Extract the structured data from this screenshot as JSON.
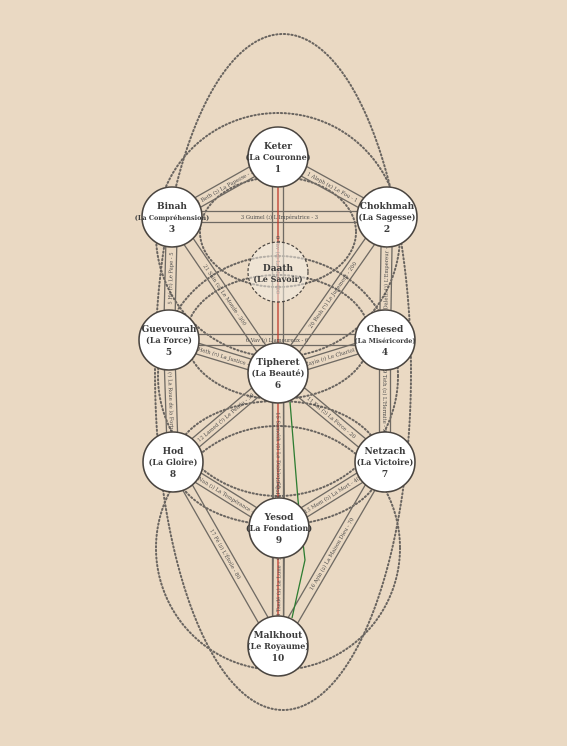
{
  "colors": {
    "background": "#ead9c3",
    "line": "#6f6a63",
    "dotted": "#6a6560",
    "node_fill": "#ffffff",
    "node_stroke": "#4a4540",
    "red_path": "#c0392b",
    "green_path": "#2e7d32"
  },
  "sephirot": [
    {
      "id": "keter",
      "name": "Keter",
      "subtitle": "(La Couronne)",
      "number": "1"
    },
    {
      "id": "chokhmah",
      "name": "Chokhmah",
      "subtitle": "(La Sagesse)",
      "number": "2"
    },
    {
      "id": "binah",
      "name": "Binah",
      "subtitle": "(La Compréhension)",
      "number": "3"
    },
    {
      "id": "chesed",
      "name": "Chesed",
      "subtitle": "(La Miséricorde)",
      "number": "4"
    },
    {
      "id": "guevourah",
      "name": "Guevourah",
      "subtitle": "(La Force)",
      "number": "5"
    },
    {
      "id": "tipheret",
      "name": "Tipheret",
      "subtitle": "(La Beauté)",
      "number": "6"
    },
    {
      "id": "netzach",
      "name": "Netzach",
      "subtitle": "(La Victoire)",
      "number": "7"
    },
    {
      "id": "hod",
      "name": "Hod",
      "subtitle": "(La Gloire)",
      "number": "8"
    },
    {
      "id": "yesod",
      "name": "Yesod",
      "subtitle": "(La Fondation)",
      "number": "9"
    },
    {
      "id": "malkhout",
      "name": "Malkhout",
      "subtitle": "(Le Royaume)",
      "number": "10"
    }
  ],
  "daath": {
    "name": "Daath",
    "subtitle": "(Le Savoir)"
  },
  "paths": [
    {
      "from": "keter",
      "to": "chokhmah",
      "label": "1 Aleph (א) Le Fou - 1"
    },
    {
      "from": "keter",
      "to": "binah",
      "label": "2 Beth (ב) La Papesse - 2"
    },
    {
      "from": "binah",
      "to": "chokhmah",
      "label": "3 Guimel (ג) L'Impératrice - 3"
    },
    {
      "from": "chokhmah",
      "to": "chesed",
      "label": "4 Daleth (ד) L'Empereur - 4"
    },
    {
      "from": "binah",
      "to": "guevourah",
      "label": "5 Hé (ה) Le Pape - 5"
    },
    {
      "from": "guevourah",
      "to": "chesed",
      "label": "6 Vav (ו) L'amoureux - 6"
    },
    {
      "from": "chesed",
      "to": "tipheret",
      "label": "7 Zayin (ז) Le Chariot - 7"
    },
    {
      "from": "guevourah",
      "to": "tipheret",
      "label": "8 Heth (ח) La Justice - 8"
    },
    {
      "from": "chesed",
      "to": "netzach",
      "label": "9 Teth (ט) L'Hermite - 9"
    },
    {
      "from": "guevourah",
      "to": "hod",
      "label": "10 Yod (י) La Roue de la Fortune - 10"
    },
    {
      "from": "tipheret",
      "to": "netzach",
      "label": "11 Kaf (כ) La Force - 20"
    },
    {
      "from": "hod",
      "to": "tipheret",
      "label": "12 Lamed (ל) Le Pendu - 30"
    },
    {
      "from": "netzach",
      "to": "yesod",
      "label": "13 Mem (מ) La Mort - 40"
    },
    {
      "from": "hod",
      "to": "yesod",
      "label": "14 Nun (נ) La Tempérance - 50"
    },
    {
      "from": "tipheret",
      "to": "yesod",
      "label": "15 Samekh (ס) Le Diable - 60"
    },
    {
      "from": "netzach",
      "to": "malkhout",
      "label": "16 Ayin (ע) La Maison Dieu - 70"
    },
    {
      "from": "hod",
      "to": "malkhout",
      "label": "17 Pé (פ) L'Étoile - 80"
    },
    {
      "from": "yesod",
      "to": "malkhout",
      "label": "18 Tsadé (צ) La Lune - 90"
    },
    {
      "from": "chokhmah",
      "to": "tipheret",
      "label": "20 Resh (ר) Le Jugement - 200"
    },
    {
      "from": "binah",
      "to": "tipheret",
      "label": "21 Shin (ש) Le Monde - 300"
    },
    {
      "from": "keter",
      "to": "tipheret",
      "label": "0 Tav (ת) Le Mat - 400"
    },
    {
      "from": "tipheret",
      "to": "malkhout",
      "label": "19 Qof (ק) Le Soleil - 100"
    }
  ]
}
